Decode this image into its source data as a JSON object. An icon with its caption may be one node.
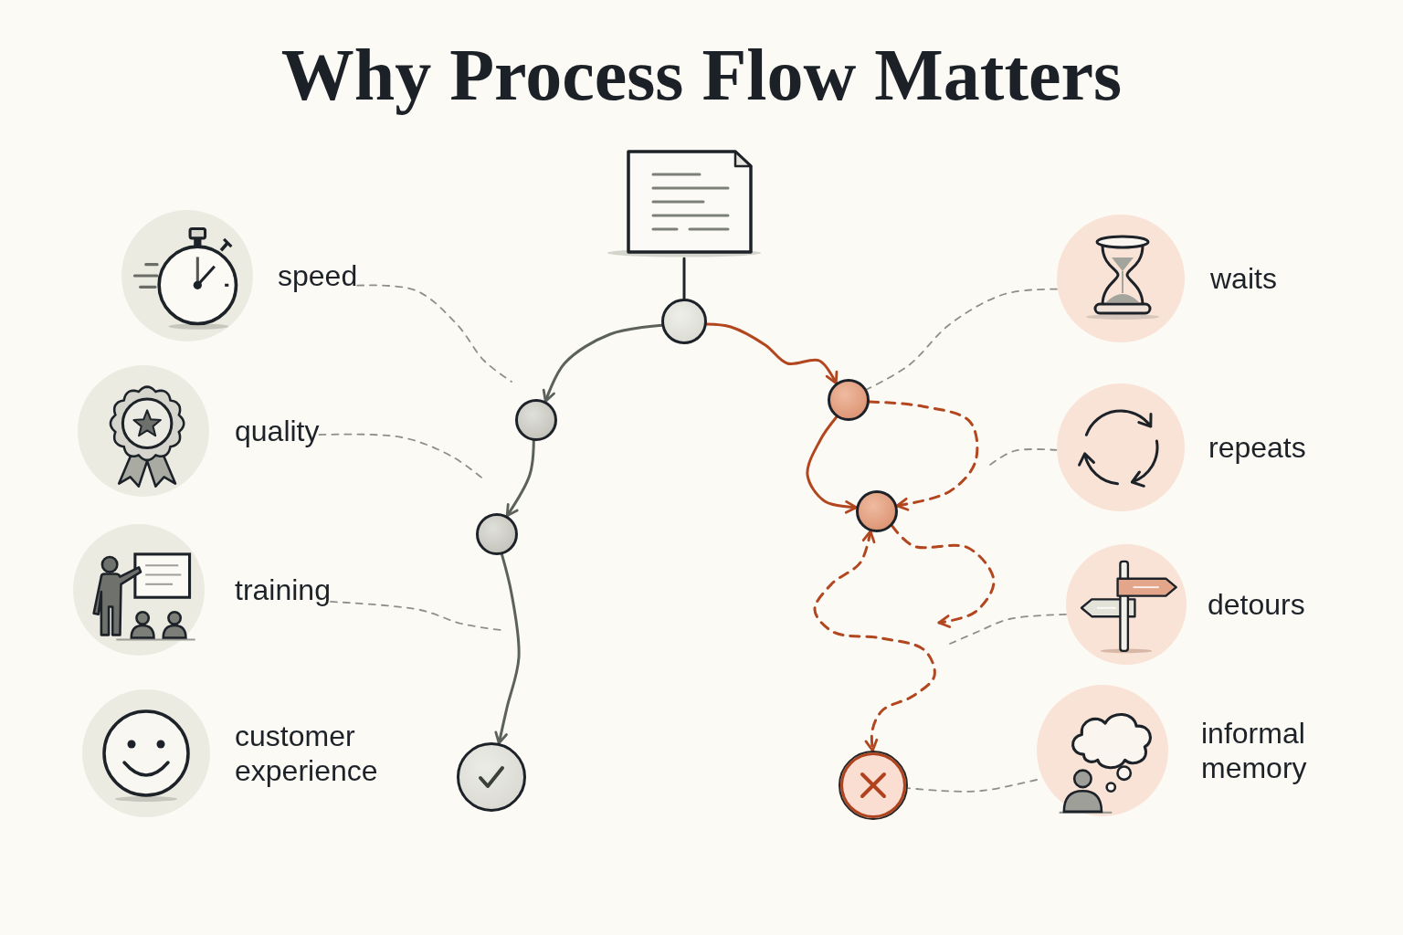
{
  "diagram": {
    "title": "Why Process Flow Matters",
    "nodes": [
      {
        "text": [],
        "shape": "picture"
      },
      {
        "text": [],
        "shape": "circle"
      },
      {
        "text": [],
        "shape": "circle"
      },
      {
        "text": [],
        "shape": "circle"
      },
      {
        "text": [],
        "shape": "circle"
      },
      {
        "text": [],
        "shape": "circle"
      },
      {
        "text": [],
        "shape": "circle"
      },
      {
        "text": [],
        "shape": "circle"
      },
      {
        "text": [
          "speed"
        ]
      },
      {
        "text": [
          "quality"
        ]
      },
      {
        "text": [
          "training"
        ]
      },
      {
        "text": [
          "customer experience"
        ]
      },
      {
        "text": [
          "waits"
        ]
      },
      {
        "text": [
          "repeats"
        ]
      },
      {
        "text": [
          "detours"
        ]
      },
      {
        "text": [
          "informal memory"
        ]
      }
    ],
    "edges": [
      {
        "from": 0,
        "to": 1,
        "arrow": "none",
        "color": "#1e2429"
      },
      {
        "from": 1,
        "to": 2,
        "arrow": "to",
        "color": "#5c615b"
      },
      {
        "from": 2,
        "to": 3,
        "arrow": "to",
        "color": "#5c615b"
      },
      {
        "from": 3,
        "to": 4,
        "arrow": "to",
        "color": "#5c615b"
      },
      {
        "from": 1,
        "to": 5,
        "arrow": "to",
        "color": "#b2461f"
      },
      {
        "from": 5,
        "to": 6,
        "arrow": "to",
        "color": "#b2461f"
      },
      {
        "from": 5,
        "to": 6,
        "arrow": "to",
        "style": "dashed",
        "color": "#b2461f"
      },
      {
        "from": 6,
        "to": null,
        "arrow": "to",
        "style": "dashed",
        "color": "#b2461f"
      },
      {
        "from": 6,
        "to": 7,
        "arrow": "both",
        "style": "dashed",
        "color": "#b2461f"
      },
      {
        "from": 8,
        "to": null,
        "arrow": "none",
        "style": "dashed"
      },
      {
        "from": 9,
        "to": null,
        "arrow": "none",
        "style": "dashed"
      },
      {
        "from": 10,
        "to": null,
        "arrow": "none",
        "style": "dashed"
      },
      {
        "from": 12,
        "to": 5,
        "arrow": "none",
        "style": "dashed"
      },
      {
        "from": 13,
        "to": null,
        "arrow": "none",
        "style": "dashed"
      },
      {
        "from": 14,
        "to": null,
        "arrow": "none",
        "style": "dashed"
      },
      {
        "from": 15,
        "to": 7,
        "arrow": "none",
        "style": "dashed"
      }
    ]
  }
}
